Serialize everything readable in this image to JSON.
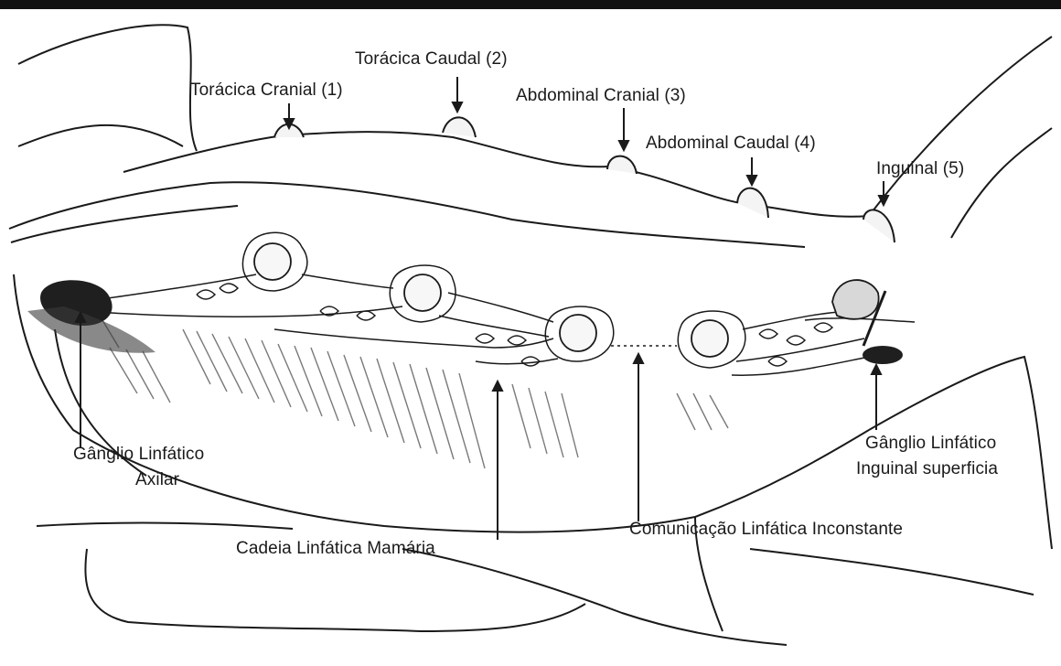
{
  "colors": {
    "background": "#ffffff",
    "line": "#1a1a1a",
    "fur_shade": "#8a8a8a",
    "skin_fill": "#efefef",
    "dark_gland": "#1f1f1f"
  },
  "labels": {
    "teat1": "Torácica Cranial (1)",
    "teat2": "Torácica Caudal (2)",
    "teat3": "Abdominal Cranial (3)",
    "teat4": "Abdominal Caudal (4)",
    "teat5": "Inguinal (5)",
    "axillary_line1": "Gânglio Linfático",
    "axillary_line2": "Axilar",
    "inguinal_line1": "Gânglio Linfático",
    "inguinal_line2": "Inguinal superficia",
    "mammary_chain": "Cadeia Linfática Mamária",
    "inconstant_link": "Comunicação Linfática Inconstante"
  }
}
